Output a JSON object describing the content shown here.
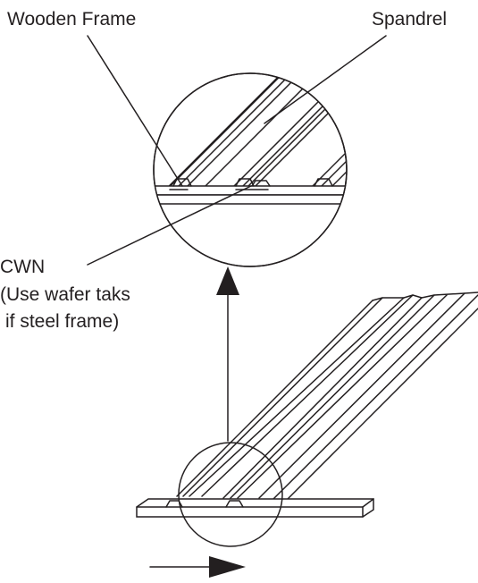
{
  "labels": {
    "wooden_frame": "Wooden Frame",
    "spandrel": "Spandrel",
    "cwn_line1": "CWN",
    "cwn_line2": "(Use wafer taks",
    "cwn_line3": "if steel frame)"
  },
  "colors": {
    "ink": "#231f20",
    "background": "#ffffff"
  }
}
